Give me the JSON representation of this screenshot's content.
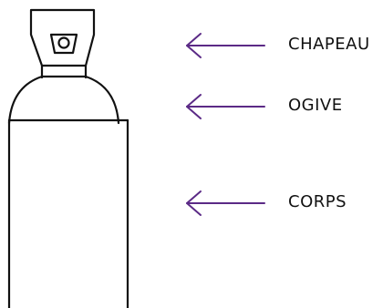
{
  "labels": {
    "chapeau": "CHAPEAU",
    "ogive": "OGIVE",
    "corps": "CORPS"
  },
  "colors": {
    "outline": "#111111",
    "arrow": "#5b2a86",
    "label_text": "#111111",
    "background": "#ffffff"
  },
  "icons": {
    "cylinder": "gas-cylinder",
    "arrow": "left-arrow"
  }
}
